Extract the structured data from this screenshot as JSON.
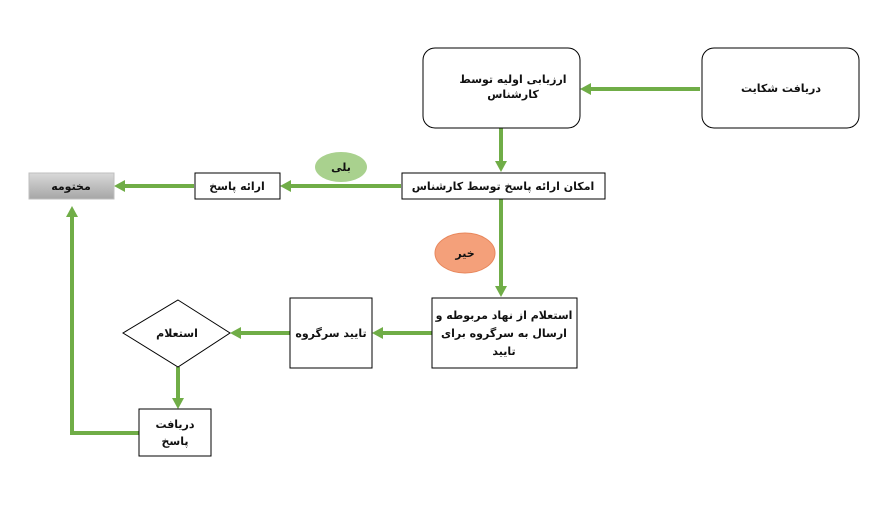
{
  "diagram": {
    "nodes": {
      "receive_complaint": "دریافت شکایت",
      "initial_assessment": [
        "ارزیابی اولیه توسط",
        "کارشناس"
      ],
      "expert_answer_possible": "امکان ارائه پاسخ توسط کارشناس",
      "provide_answer": "ارائه پاسخ",
      "closed": "مختومه",
      "inquiry_related_body": [
        "استعلام از نهاد مربوطه و",
        "ارسال به سرگروه برای",
        "تایید"
      ],
      "supervisor_approval": "تایید سرگروه",
      "inquiry_decision": "استعلام",
      "receive_answer": [
        "دریافت",
        "پاسخ"
      ]
    },
    "badges": {
      "yes": "بلی",
      "no": "خیر"
    },
    "colors": {
      "connector": "#70ad47",
      "yes_badge": "#a9d18e",
      "no_badge": "#f4a07a",
      "closed_fill": "#bfbfbf",
      "node_stroke": "#000000"
    }
  }
}
